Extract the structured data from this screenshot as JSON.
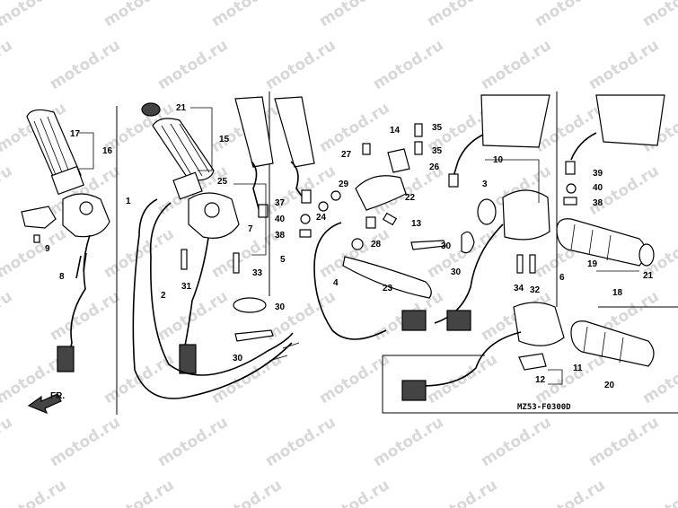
{
  "watermark": "motod.ru",
  "drawing_code": "MZ53-F0300D",
  "direction_label": "FR.",
  "callouts": [
    {
      "id": "1",
      "label": "1"
    },
    {
      "id": "2",
      "label": "2"
    },
    {
      "id": "3",
      "label": "3"
    },
    {
      "id": "4",
      "label": "4"
    },
    {
      "id": "5",
      "label": "5"
    },
    {
      "id": "6",
      "label": "6"
    },
    {
      "id": "7",
      "label": "7"
    },
    {
      "id": "8",
      "label": "8"
    },
    {
      "id": "9",
      "label": "9"
    },
    {
      "id": "10",
      "label": "10"
    },
    {
      "id": "11",
      "label": "11"
    },
    {
      "id": "12",
      "label": "12"
    },
    {
      "id": "13",
      "label": "13"
    },
    {
      "id": "14",
      "label": "14"
    },
    {
      "id": "15",
      "label": "15"
    },
    {
      "id": "16",
      "label": "16"
    },
    {
      "id": "17",
      "label": "17"
    },
    {
      "id": "18",
      "label": "18"
    },
    {
      "id": "19",
      "label": "19"
    },
    {
      "id": "20",
      "label": "20"
    },
    {
      "id": "21a",
      "label": "21"
    },
    {
      "id": "21b",
      "label": "21"
    },
    {
      "id": "22",
      "label": "22"
    },
    {
      "id": "23",
      "label": "23"
    },
    {
      "id": "24",
      "label": "24"
    },
    {
      "id": "25",
      "label": "25"
    },
    {
      "id": "26",
      "label": "26"
    },
    {
      "id": "27",
      "label": "27"
    },
    {
      "id": "28",
      "label": "28"
    },
    {
      "id": "29",
      "label": "29"
    },
    {
      "id": "30a",
      "label": "30"
    },
    {
      "id": "30b",
      "label": "30"
    },
    {
      "id": "30c",
      "label": "30"
    },
    {
      "id": "30d",
      "label": "30"
    },
    {
      "id": "31",
      "label": "31"
    },
    {
      "id": "32",
      "label": "32"
    },
    {
      "id": "33",
      "label": "33"
    },
    {
      "id": "34",
      "label": "34"
    },
    {
      "id": "35a",
      "label": "35"
    },
    {
      "id": "35b",
      "label": "35"
    },
    {
      "id": "37",
      "label": "37"
    },
    {
      "id": "38a",
      "label": "38"
    },
    {
      "id": "38b",
      "label": "38"
    },
    {
      "id": "39",
      "label": "39"
    },
    {
      "id": "40a",
      "label": "40"
    },
    {
      "id": "40b",
      "label": "40"
    }
  ]
}
